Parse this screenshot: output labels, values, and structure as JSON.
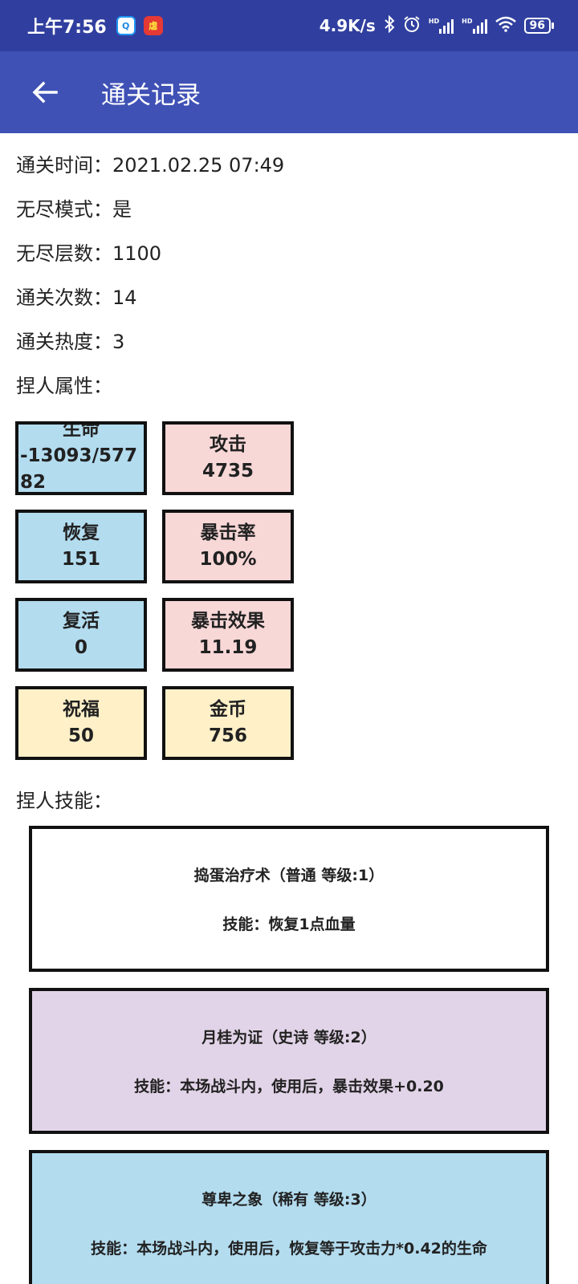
{
  "status_bar": {
    "time": "上午7:56",
    "net_speed": "4.9K/s",
    "battery": "96",
    "hd1": "HD",
    "hd2": "HD",
    "qq_icon_label": "Q",
    "game_icon_label": "虐"
  },
  "app_bar": {
    "title": "通关记录"
  },
  "info": {
    "clear_time": "通关时间：2021.02.25 07:49",
    "endless_mode": "无尽模式：是",
    "endless_floor": "无尽层数：1100",
    "clear_count": "通关次数：14",
    "clear_heat": "通关热度：3",
    "attributes_heading": "捏人属性：",
    "skills_heading": "捏人技能："
  },
  "stats": {
    "hp": {
      "label": "生命",
      "value": "-13093/57782"
    },
    "attack": {
      "label": "攻击",
      "value": "4735"
    },
    "recover": {
      "label": "恢复",
      "value": "151"
    },
    "crit_rate": {
      "label": "暴击率",
      "value": "100%"
    },
    "revive": {
      "label": "复活",
      "value": "0"
    },
    "crit_effect": {
      "label": "暴击效果",
      "value": "11.19"
    },
    "blessing": {
      "label": "祝福",
      "value": "50"
    },
    "gold": {
      "label": "金币",
      "value": "756"
    }
  },
  "skills": [
    {
      "title": "捣蛋治疗术（普通 等级:1）",
      "desc": "技能：恢复1点血量"
    },
    {
      "title": "月桂为证（史诗 等级:2）",
      "desc": "技能：本场战斗内，使用后，暴击效果+0.20"
    },
    {
      "title": "尊卑之象（稀有 等级:3）",
      "desc": "技能：本场战斗内，使用后，恢复等于攻击力*0.42的生命"
    }
  ],
  "colors": {
    "status_bar": "#303f9f",
    "app_bar": "#3f51b5",
    "stat_blue": "#b3dcef",
    "stat_pink": "#f8d7d7",
    "stat_yellow": "#fff0c8",
    "skill_epic": "#e2d4e8"
  }
}
